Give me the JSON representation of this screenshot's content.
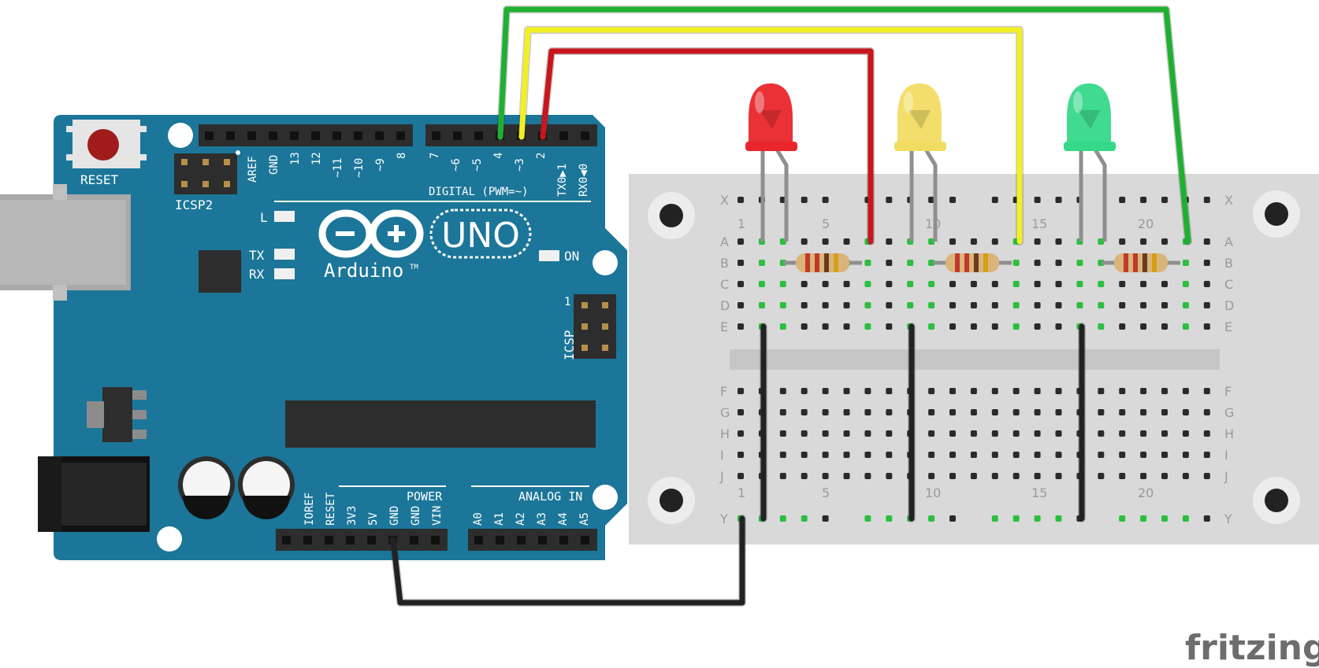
{
  "brand": "fritzing",
  "board": {
    "reset_label": "RESET",
    "icsp2_label": "ICSP2",
    "icsp_label": "ICSP",
    "icsp_pin1": "1",
    "digital_header_label": "DIGITAL (PWM=~)",
    "digital_pins_left": [
      "AREF",
      "GND",
      "13",
      "12",
      "~11",
      "~10",
      "~9",
      "8"
    ],
    "digital_pins_right": [
      "7",
      "~6",
      "~5",
      "4",
      "~3",
      "2",
      "TX0▶1",
      "RX0◀0"
    ],
    "led_l": "L",
    "led_tx": "TX",
    "led_rx": "RX",
    "led_on": "ON",
    "logo_text": "Arduino",
    "tm": "TM",
    "model": "UNO",
    "power_label": "POWER",
    "power_pins": [
      "IOREF",
      "RESET",
      "3V3",
      "5V",
      "GND",
      "GND",
      "VIN"
    ],
    "analog_label": "ANALOG IN",
    "analog_pins": [
      "A0",
      "A1",
      "A2",
      "A3",
      "A4",
      "A5"
    ]
  },
  "breadboard": {
    "rows_top": [
      "X",
      "A",
      "B",
      "C",
      "D",
      "E"
    ],
    "rows_bottom": [
      "F",
      "G",
      "H",
      "I",
      "J",
      "Y"
    ],
    "column_numbers": [
      "1",
      "5",
      "10",
      "15",
      "20"
    ]
  },
  "leds": [
    {
      "name": "red-led",
      "color": "#e8262b"
    },
    {
      "name": "yellow-led",
      "color": "#f2dc63"
    },
    {
      "name": "green-led",
      "color": "#36d98a"
    }
  ],
  "wires": [
    {
      "name": "green-wire",
      "color": "#1fb032"
    },
    {
      "name": "yellow-wire",
      "color": "#f2ef25"
    },
    {
      "name": "red-wire",
      "color": "#c8161d"
    },
    {
      "name": "black-wire",
      "color": "#222222"
    }
  ],
  "colors": {
    "board": "#1b7699",
    "breadboard": "#d9d9d9",
    "header": "#2d2d2d"
  }
}
